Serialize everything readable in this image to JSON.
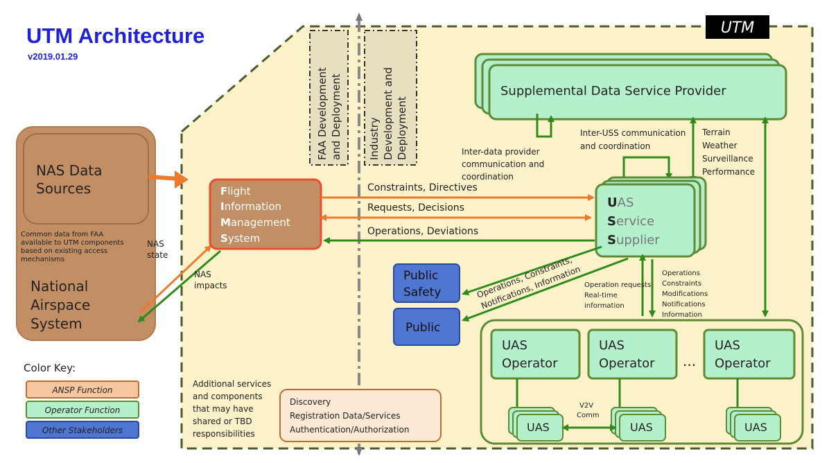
{
  "title": "UTM Architecture",
  "version": "v2019.01.29",
  "utm_tag": "UTM",
  "nas_data_sources": [
    "NAS Data",
    "Sources"
  ],
  "nas_data_note": [
    "Common data from FAA",
    "available to UTM components",
    "based on existing access",
    "mechanisms"
  ],
  "national_airspace": [
    "National",
    "Airspace",
    "System"
  ],
  "nas_state": [
    "NAS",
    "state"
  ],
  "nas_impacts": [
    "NAS",
    "impacts"
  ],
  "faa_dev": [
    "FAA Development",
    "and Deployment"
  ],
  "industry_dev": [
    "Industry",
    "Development and",
    "Deployment"
  ],
  "sdsp": "Supplemental Data Service Provider",
  "inter_data": [
    "Inter-data provider",
    "communication and",
    "coordination"
  ],
  "inter_uss": [
    "Inter-USS communication",
    "and coordination"
  ],
  "terrain": [
    "Terrain",
    "Weather",
    "Surveillance",
    "Performance"
  ],
  "fims": {
    "lines": [
      {
        "first": "F",
        "rest": "light"
      },
      {
        "first": "I",
        "rest": "nformation"
      },
      {
        "first": "M",
        "rest": "anagement"
      },
      {
        "first": "S",
        "rest": "ystem"
      }
    ]
  },
  "uss": {
    "lines": [
      {
        "first": "U",
        "rest": "AS"
      },
      {
        "first": "S",
        "rest": "ervice"
      },
      {
        "first": "S",
        "rest": "upplier"
      }
    ]
  },
  "flows": {
    "constraints": "Constraints, Directives",
    "requests": "Requests, Decisions",
    "operations": "Operations, Deviations"
  },
  "diag_label": [
    "Operations, Constraints,",
    "Notifications, Information"
  ],
  "op_requests": [
    "Operation requests",
    "Real-time",
    "information"
  ],
  "ops_list": [
    "Operations",
    "Constraints",
    "Modifications",
    "Notifications",
    "Information"
  ],
  "public_safety": [
    "Public",
    "Safety"
  ],
  "public": "Public",
  "operator_label": [
    "UAS",
    "Operator"
  ],
  "ellipsis": "...",
  "uas": "UAS",
  "v2v": [
    "V2V",
    "Comm"
  ],
  "color_key": {
    "title": "Color Key:",
    "items": [
      "ANSP Function",
      "Operator Function",
      "Other Stakeholders"
    ]
  },
  "additional": [
    "Additional services",
    "and components",
    "that may have",
    "shared or TBD",
    "responsibilities"
  ],
  "discovery": [
    "Discovery",
    "Registration Data/Services",
    "Authentication/Authorization"
  ],
  "colors": {
    "utm_bg": "#fbf2c9",
    "ansp": "#c28e63",
    "ansp_light": "#f5c79e",
    "operator": "#b5f0cc",
    "operator_stroke": "#5e8a34",
    "stakeholder": "#4f76d1",
    "orange_arrow": "#ee7a2f",
    "green_arrow": "#2f8a1c",
    "title_blue": "#2020d8"
  }
}
